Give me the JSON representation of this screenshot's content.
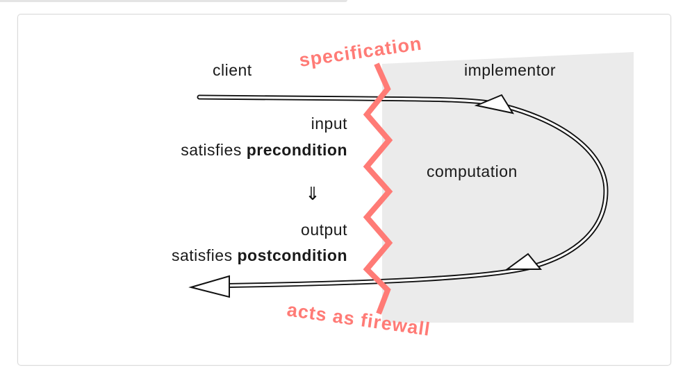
{
  "labels": {
    "client": "client",
    "implementor": "implementor",
    "specification": "specification",
    "firewall": "acts as firewall",
    "computation": "computation",
    "input": "input",
    "satisfies_pre": "satisfies ",
    "precondition": "precondition",
    "implies": "⇓",
    "output": "output",
    "satisfies_post": "satisfies ",
    "postcondition": "postcondition"
  },
  "colors": {
    "spec_line": "#ff7b76",
    "implementor_bg": "#ebebeb",
    "arrow_stroke": "#111111",
    "text": "#1a1a1a"
  }
}
